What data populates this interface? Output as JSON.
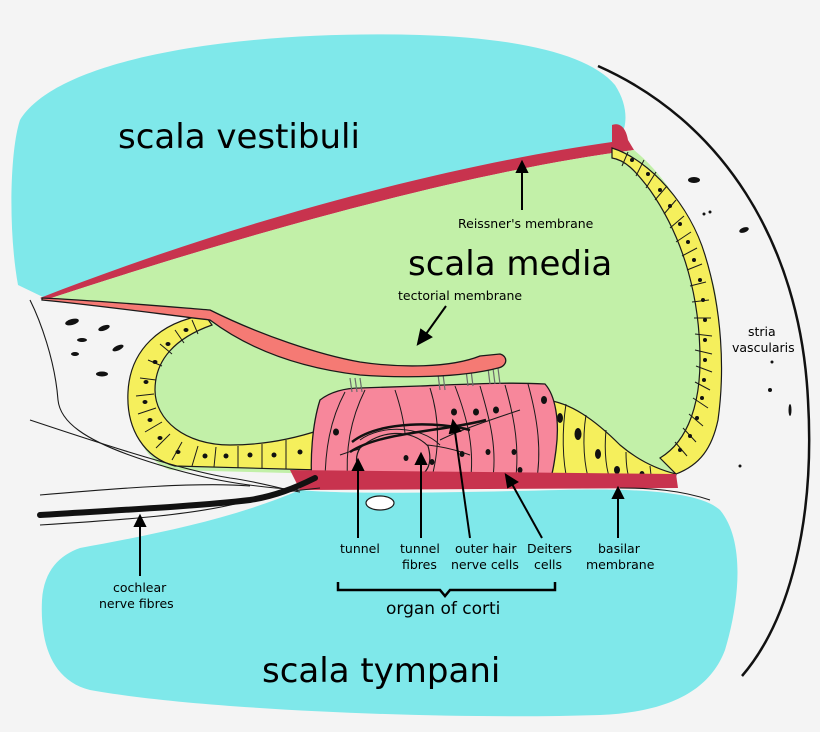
{
  "labels": {
    "scala_vestibuli": "scala vestibuli",
    "scala_media": "scala media",
    "scala_tympani": "scala tympani",
    "reissners_membrane": "Reissner's membrane",
    "tectorial_membrane": "tectorial membrane",
    "stria_vascularis_line1": "stria",
    "stria_vascularis_line2": "vascularis",
    "tunnel": "tunnel",
    "tunnel_fibres_line1": "tunnel",
    "tunnel_fibres_line2": "fibres",
    "outer_hair_nerve_cells_line1": "outer hair",
    "outer_hair_nerve_cells_line2": "nerve cells",
    "deiters_cells_line1": "Deiters",
    "deiters_cells_line2": "cells",
    "basilar_membrane_line1": "basilar",
    "basilar_membrane_line2": "membrane",
    "cochlear_nerve_fibres_line1": "cochlear",
    "cochlear_nerve_fibres_line2": "nerve fibres",
    "organ_of_corti": "organ of corti"
  },
  "colors": {
    "perilymph": "#7fe8ea",
    "endolymph": "#c2f0a8",
    "membrane": "#c8334e",
    "tectorial": "#f57a74",
    "organ": "#f7879b",
    "cells": "#f5ef5c"
  }
}
